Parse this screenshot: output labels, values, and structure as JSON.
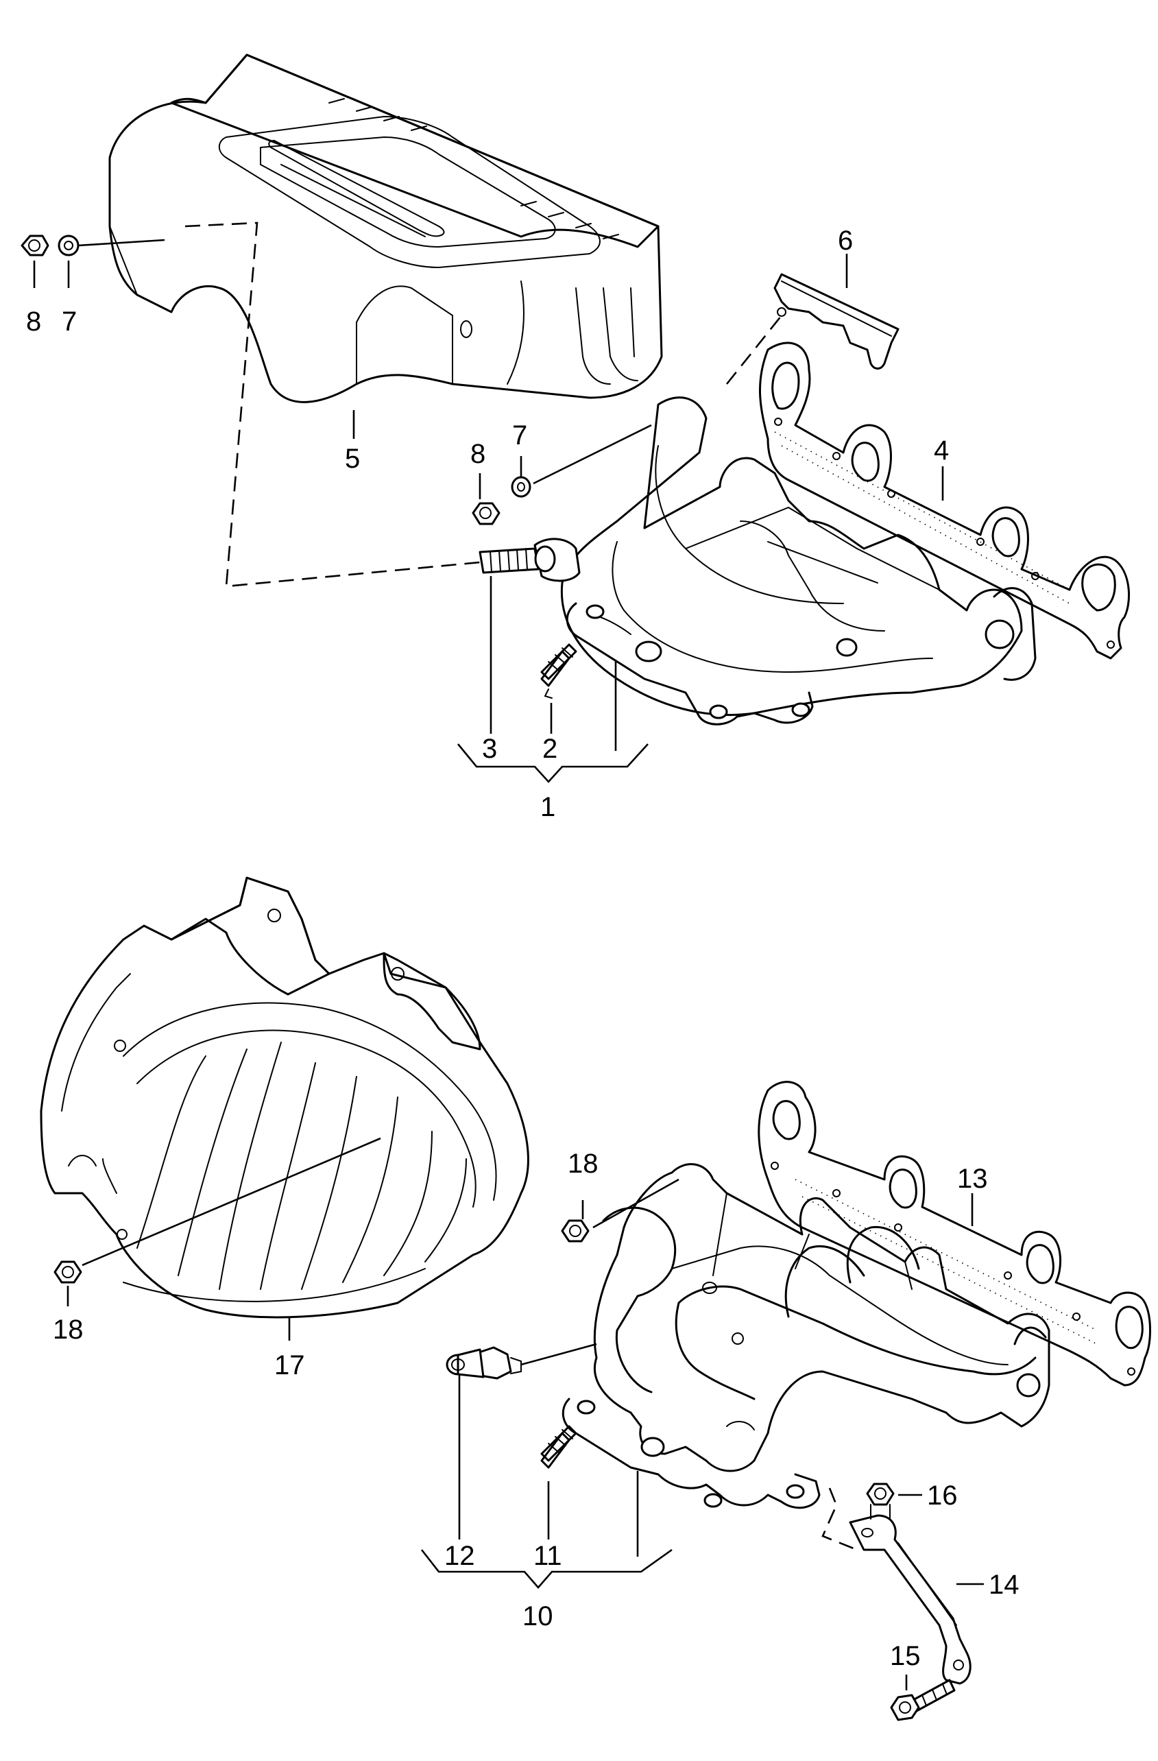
{
  "callouts": {
    "c1": "1",
    "c2": "2",
    "c3": "3",
    "c4": "4",
    "c5": "5",
    "c6": "6",
    "c7a": "7",
    "c7b": "7",
    "c8a": "8",
    "c8b": "8",
    "c10": "10",
    "c11": "11",
    "c12": "12",
    "c13": "13",
    "c14": "14",
    "c15": "15",
    "c16": "16",
    "c17": "17",
    "c18a": "18",
    "c18b": "18"
  }
}
